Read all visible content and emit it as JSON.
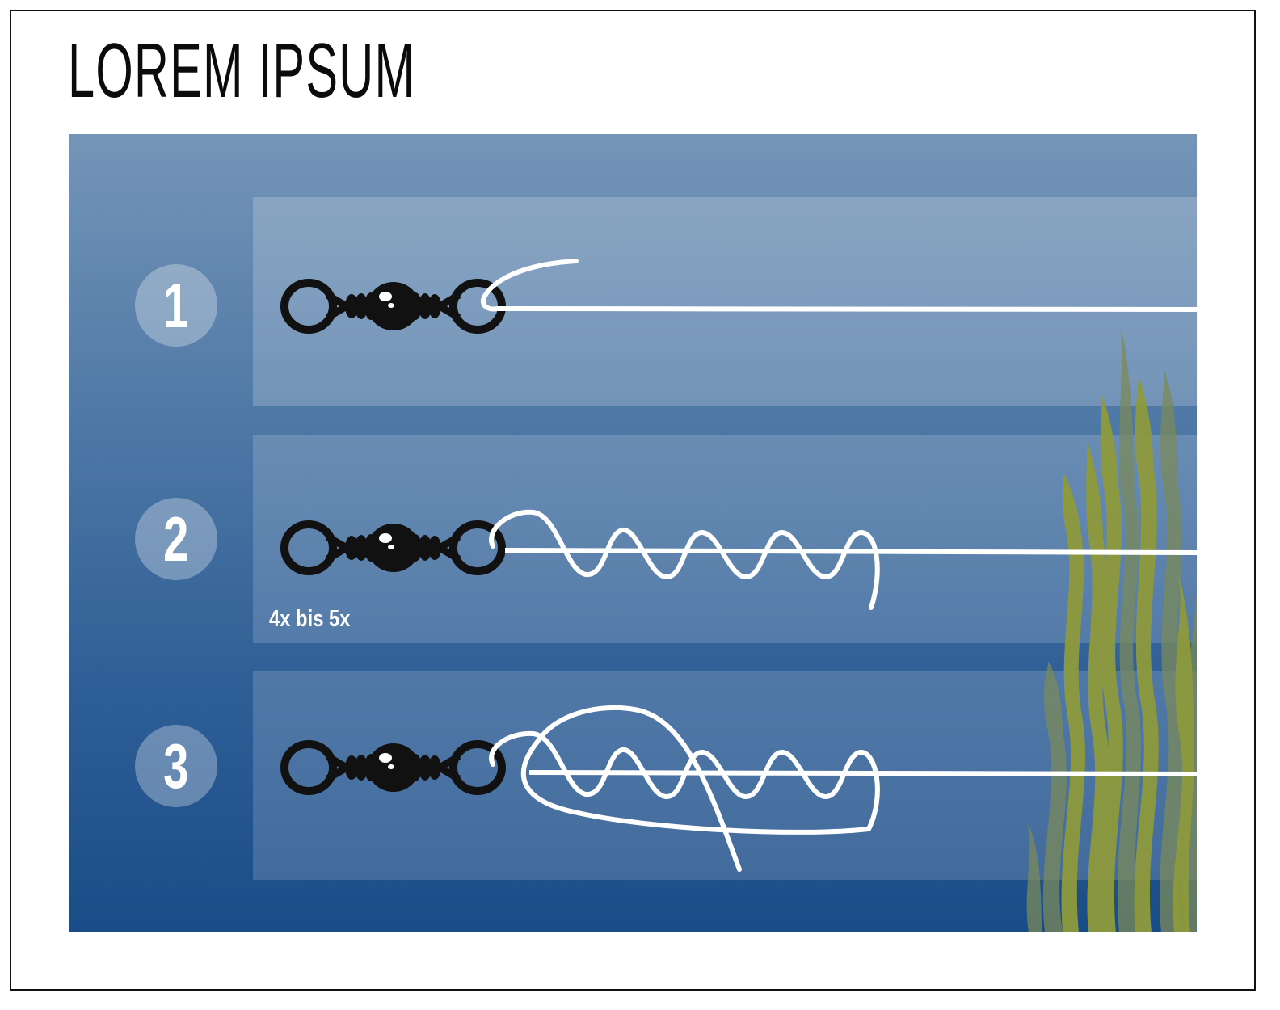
{
  "title": "LOREM IPSUM",
  "steps": [
    {
      "number": "1"
    },
    {
      "number": "2",
      "note": "4x bis 5x"
    },
    {
      "number": "3"
    }
  ],
  "colors": {
    "line": "#ffffff",
    "swivel": "#111111",
    "seaweed_front": "#8e9a3c",
    "seaweed_back": "#7a8a5a",
    "panel_top": "#7595b8",
    "panel_bottom": "#1a4c87"
  },
  "icons": [
    "swivel-icon",
    "fishing-line-icon",
    "seaweed-icon"
  ]
}
